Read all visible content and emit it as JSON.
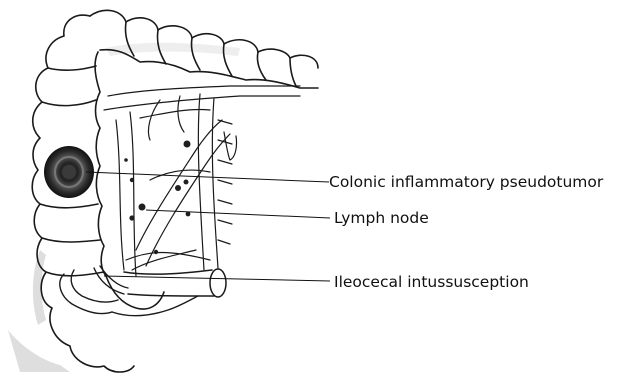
{
  "figure": {
    "labels": {
      "pseudotumor": "Colonic inflammatory pseudotumor",
      "lymph_node": "Lymph node",
      "intussusception": "Ileocecal intussusception"
    }
  },
  "colors": {
    "ink": "#1a1a1a",
    "shadow": "#c8c8c8",
    "paper": "#ffffff"
  }
}
